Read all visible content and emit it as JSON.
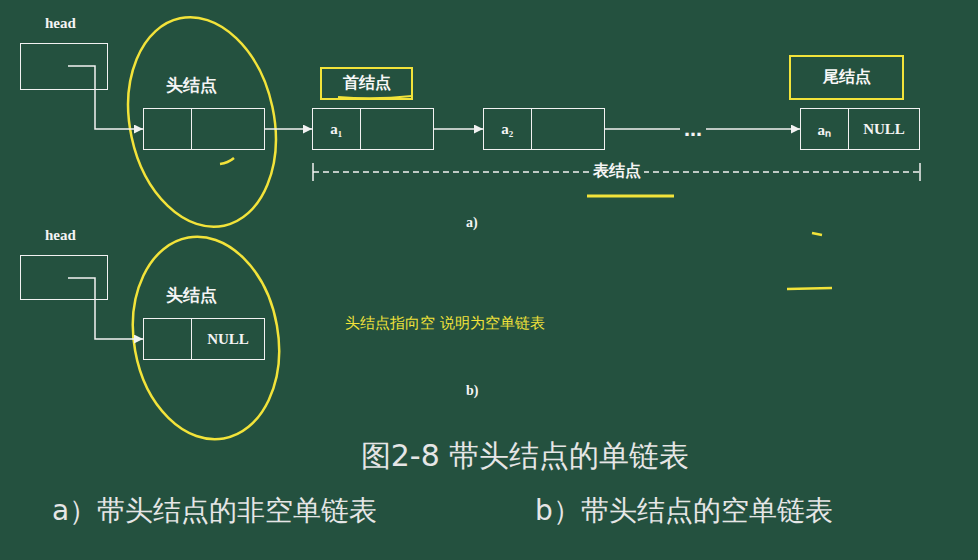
{
  "diagram": {
    "caption": "图2-8 带头结点的单链表",
    "nodes": [
      {
        "text": [
          "head"
        ]
      },
      {
        "text": [
          "头结点"
        ]
      },
      {
        "text": [
          "首结点"
        ]
      },
      {
        "text": [
          "a₁"
        ]
      },
      {
        "text": [
          "a₂"
        ]
      },
      {
        "text": [
          "尾结点"
        ]
      },
      {
        "text": [
          "aₙ",
          "NULL"
        ]
      },
      {
        "text": [
          "head"
        ]
      },
      {
        "text": [
          "头结点",
          "NULL"
        ]
      }
    ],
    "edges": [
      {
        "from": 0,
        "to": 1,
        "arrow": "to"
      },
      {
        "from": 1,
        "to": 3,
        "arrow": "to"
      },
      {
        "from": 3,
        "to": 4,
        "arrow": "to"
      },
      {
        "from": 4,
        "to": 6,
        "arrow": "to"
      },
      {
        "from": 7,
        "to": 8,
        "arrow": "to"
      }
    ],
    "labels": [
      "…",
      "表结点",
      "a)",
      "b)",
      "头结点指向空 说明为空单链表",
      "a）带头结点的非空单链表",
      "b）带头结点的空单链表"
    ]
  }
}
